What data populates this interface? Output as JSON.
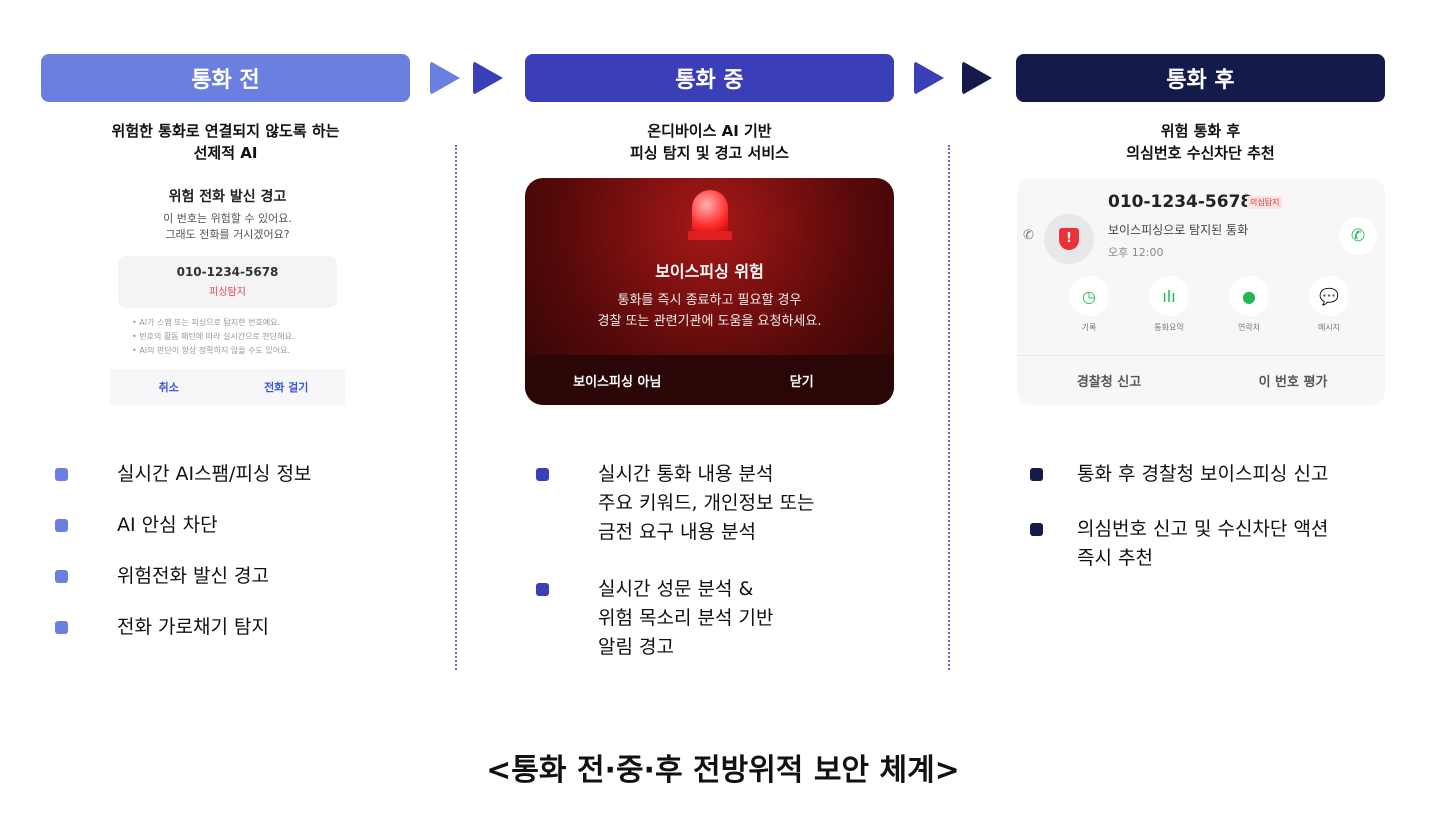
{
  "colors": {
    "before": "#6b7fe0",
    "during": "#3a3fb8",
    "after": "#141a4a"
  },
  "stages": [
    {
      "title": "통화 전",
      "subtitle": [
        "위험한 통화로 연결되지 않도록 하는",
        "선제적 AI"
      ],
      "bullets": [
        "실시간 AI스팸/피싱 정보",
        "AI 안심 차단",
        "위험전화 발신 경고",
        "전화 가로채기 탐지"
      ]
    },
    {
      "title": "통화 중",
      "subtitle": [
        "온디바이스 AI 기반",
        "피싱 탐지 및 경고 서비스"
      ],
      "bullets": [
        [
          "실시간 통화 내용 분석",
          "주요 키워드, 개인정보 또는",
          "금전 요구 내용 분석"
        ],
        [
          "실시간 성문 분석 &",
          "위험 목소리 분석 기반",
          "알림 경고"
        ]
      ]
    },
    {
      "title": "통화 후",
      "subtitle": [
        "위험 통화 후",
        "의심번호 수신차단 추천"
      ],
      "bullets": [
        [
          "통화 후 경찰청 보이스피싱 신고"
        ],
        [
          "의심번호 신고 및 수신차단 액션",
          "즉시 추천"
        ]
      ]
    }
  ],
  "card1": {
    "title": "위험 전화 발신 경고",
    "desc1": "이 번호는 위험할 수 있어요.",
    "desc2": "그래도 전화를 거시겠어요?",
    "number": "010-1234-5678",
    "tag": "피싱탐지",
    "notes": [
      "• AI가 스팸 또는 피싱으로 탐지한 번호예요.",
      "• 번호의 활동 패턴에 따라 실시간으로 판단해요.",
      "• AI의 판단이 항상 정확하지 않을 수도 있어요."
    ],
    "cancel": "취소",
    "call": "전화 걸기"
  },
  "card2": {
    "title": "보이스피싱 위험",
    "desc1": "통화를 즉시 종료하고 필요할 경우",
    "desc2": "경찰 또는 관련기관에 도움을 요청하세요.",
    "not": "보이스피싱 아님",
    "close": "닫기"
  },
  "card3": {
    "number": "010-1234-5678",
    "tag": "의심탐지",
    "desc": "보이스피싱으로 탐지된 통화",
    "time": "오후 12:00",
    "actions": [
      "기록",
      "통화요약",
      "연락처",
      "메시지"
    ],
    "report": "경찰청 신고",
    "rate": "이 번호 평가"
  },
  "caption": "<통화 전·중·후 전방위적 보안 체계>"
}
